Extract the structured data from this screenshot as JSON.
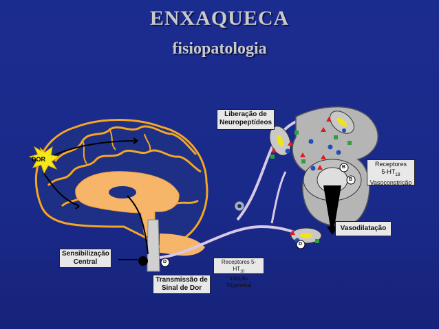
{
  "title": "ENXAQUECA",
  "subtitle": "fisiopatologia",
  "labels": {
    "dor": "DOR",
    "liberacao_line1": "Liberação de",
    "liberacao_line2": "Neuropeptídeos",
    "receptores_1b_line1": "Receptores",
    "receptores_1b_line2": "5-HT",
    "receptores_1b_sub": "1B",
    "receptores_1b_line3": "Vasoconstrição",
    "vasodilatacao": "Vasodilatação",
    "sensibilizacao_line1": "Sensibilização",
    "sensibilizacao_line2": "Central",
    "receptores_1d_line1": "Receptores 5-HT",
    "receptores_1d_sub": "1D",
    "receptores_1d_line2": "Inibição Trigeminal",
    "transmissao_line1": "Transmissão de",
    "transmissao_line2": "Sinal de Dor",
    "marker_b": "B",
    "marker_d": "D"
  },
  "colors": {
    "background": "#1b2c8f",
    "brain_fill": "#1e2f86",
    "brain_lines": "#f5a623",
    "thalamus": "#f7b56a",
    "vessel": "#9a9a9a",
    "red": "#e01b1b",
    "green": "#2ea043",
    "blue": "#1f4fb8",
    "yellow": "#f2e21a"
  }
}
